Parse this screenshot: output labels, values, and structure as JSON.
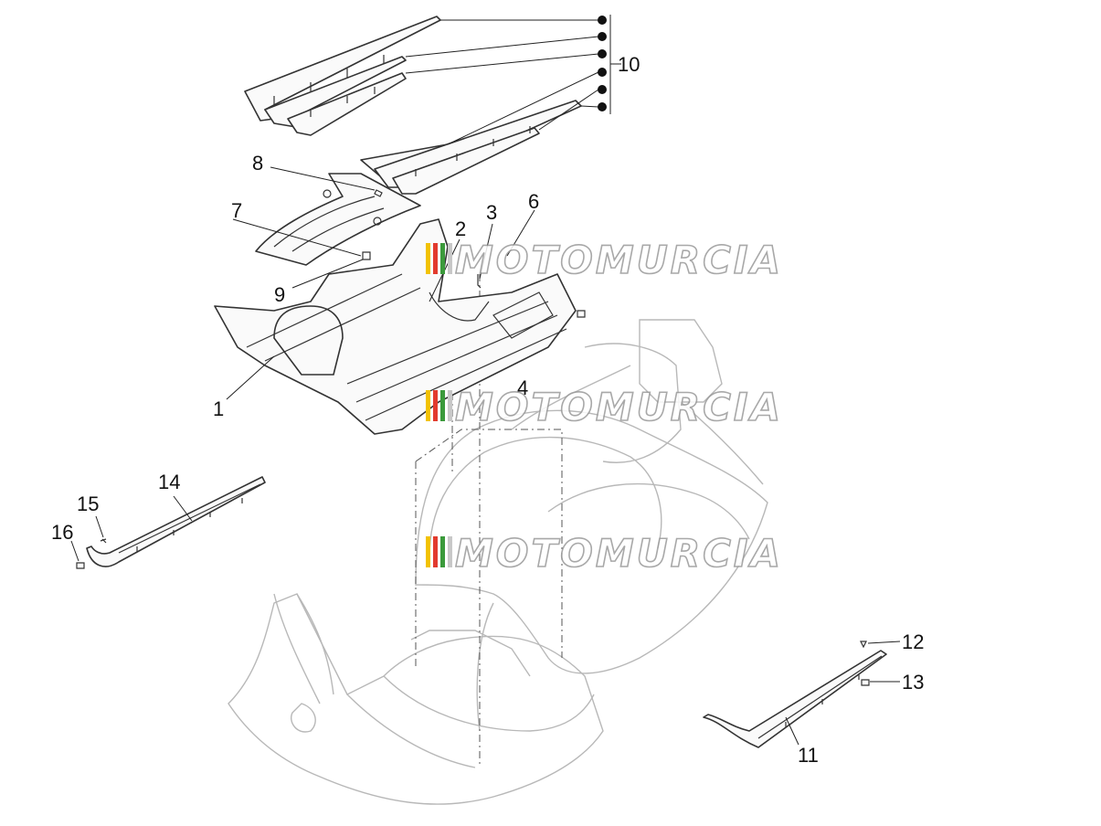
{
  "callouts": [
    {
      "id": "c1",
      "text": "1"
    },
    {
      "id": "c2",
      "text": "2"
    },
    {
      "id": "c3",
      "text": "3"
    },
    {
      "id": "c4",
      "text": "4"
    },
    {
      "id": "c6",
      "text": "6"
    },
    {
      "id": "c7",
      "text": "7"
    },
    {
      "id": "c8",
      "text": "8"
    },
    {
      "id": "c9",
      "text": "9"
    },
    {
      "id": "c10",
      "text": "10"
    },
    {
      "id": "c11",
      "text": "11"
    },
    {
      "id": "c12",
      "text": "12"
    },
    {
      "id": "c13",
      "text": "13"
    },
    {
      "id": "c14",
      "text": "14"
    },
    {
      "id": "c15",
      "text": "15"
    },
    {
      "id": "c16",
      "text": "16"
    }
  ],
  "watermark": {
    "text": "MOTOMURCIA",
    "colors": [
      "#f2c200",
      "#e23b2e",
      "#3b9a3b",
      "#c8c8c8"
    ]
  },
  "colors": {
    "line": "#333333",
    "body": "#b8b8b8",
    "text": "#111111"
  }
}
